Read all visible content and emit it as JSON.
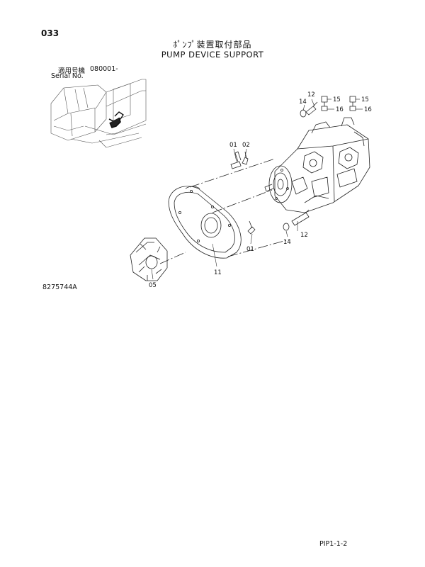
{
  "page_number": "033",
  "title_jp": "ﾎﾟﾝﾌﾟ装置取付部品",
  "title_en": "PUMP DEVICE SUPPORT",
  "serial": {
    "label_jp": "適用号機",
    "label_en": "Serial No.",
    "value": "080001-"
  },
  "drawing_number": "8275744A",
  "page_code": "PIP1-1-2",
  "part_labels": {
    "bolt_01_top": "01",
    "bolt_01_bottom": "01",
    "bolt_02": "02",
    "coupling_05": "05",
    "housing_11": "11",
    "bolt_12_top": "12",
    "bolt_12_bottom": "12",
    "washer_14_top": "14",
    "washer_14_bottom": "14",
    "plug_15_a": "15",
    "plug_15_b": "15",
    "seal_16_a": "16",
    "seal_16_b": "16"
  }
}
